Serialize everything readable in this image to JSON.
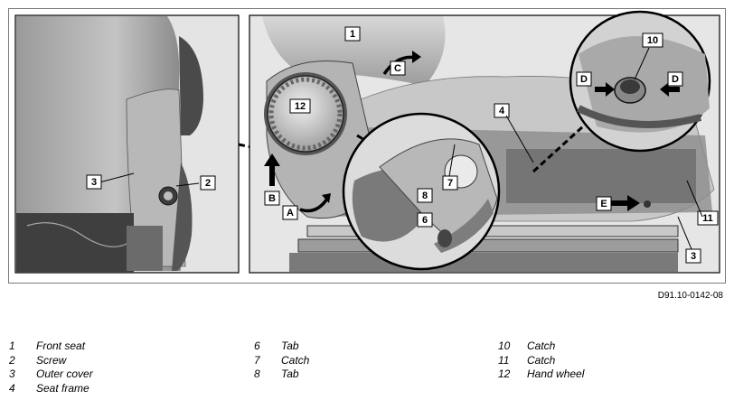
{
  "figure": {
    "id": "D91.10-0142-08",
    "callouts": {
      "left": [
        {
          "key": "3",
          "text": "3"
        },
        {
          "key": "2",
          "text": "2"
        }
      ],
      "right": [
        {
          "key": "1",
          "text": "1"
        },
        {
          "key": "C",
          "text": "C"
        },
        {
          "key": "12",
          "text": "12"
        },
        {
          "key": "B",
          "text": "B"
        },
        {
          "key": "A",
          "text": "A"
        },
        {
          "key": "7",
          "text": "7"
        },
        {
          "key": "8",
          "text": "8"
        },
        {
          "key": "6",
          "text": "6"
        },
        {
          "key": "4",
          "text": "4"
        },
        {
          "key": "10",
          "text": "10"
        },
        {
          "key": "D1",
          "text": "D"
        },
        {
          "key": "D2",
          "text": "D"
        },
        {
          "key": "E",
          "text": "E"
        },
        {
          "key": "11",
          "text": "11"
        },
        {
          "key": "3b",
          "text": "3"
        }
      ]
    }
  },
  "legend": {
    "columns": [
      [
        {
          "num": "1",
          "text": "Front seat"
        },
        {
          "num": "2",
          "text": "Screw"
        },
        {
          "num": "3",
          "text": "Outer cover"
        },
        {
          "num": "4",
          "text": "Seat frame"
        }
      ],
      [
        {
          "num": "6",
          "text": "Tab"
        },
        {
          "num": "7",
          "text": "Catch"
        },
        {
          "num": "8",
          "text": "Tab"
        }
      ],
      [
        {
          "num": "10",
          "text": "Catch"
        },
        {
          "num": "11",
          "text": "Catch"
        },
        {
          "num": "12",
          "text": "Hand wheel"
        }
      ]
    ]
  }
}
